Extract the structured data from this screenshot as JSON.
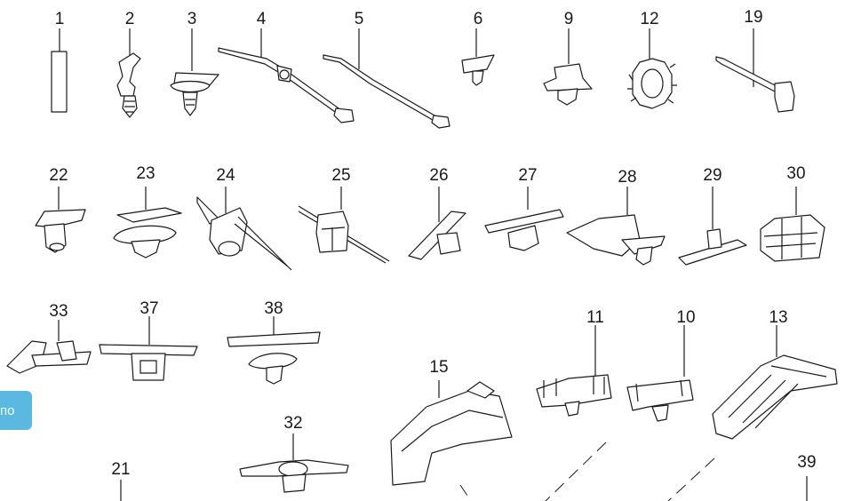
{
  "parts": [
    {
      "id": "part-1",
      "number": "1"
    },
    {
      "id": "part-2",
      "number": "2"
    },
    {
      "id": "part-3",
      "number": "3"
    },
    {
      "id": "part-4",
      "number": "4"
    },
    {
      "id": "part-5",
      "number": "5"
    },
    {
      "id": "part-6",
      "number": "6"
    },
    {
      "id": "part-9",
      "number": "9"
    },
    {
      "id": "part-12",
      "number": "12"
    },
    {
      "id": "part-19",
      "number": "19"
    },
    {
      "id": "part-22",
      "number": "22"
    },
    {
      "id": "part-23",
      "number": "23"
    },
    {
      "id": "part-24",
      "number": "24"
    },
    {
      "id": "part-25",
      "number": "25"
    },
    {
      "id": "part-26",
      "number": "26"
    },
    {
      "id": "part-27",
      "number": "27"
    },
    {
      "id": "part-28",
      "number": "28"
    },
    {
      "id": "part-29",
      "number": "29"
    },
    {
      "id": "part-30",
      "number": "30"
    },
    {
      "id": "part-33",
      "number": "33"
    },
    {
      "id": "part-37",
      "number": "37"
    },
    {
      "id": "part-38",
      "number": "38"
    },
    {
      "id": "part-11",
      "number": "11"
    },
    {
      "id": "part-10",
      "number": "10"
    },
    {
      "id": "part-13",
      "number": "13"
    },
    {
      "id": "part-15",
      "number": "15"
    },
    {
      "id": "part-32",
      "number": "32"
    },
    {
      "id": "part-21",
      "number": "21"
    },
    {
      "id": "part-39",
      "number": "39"
    }
  ],
  "side_button": {
    "label": "по"
  }
}
